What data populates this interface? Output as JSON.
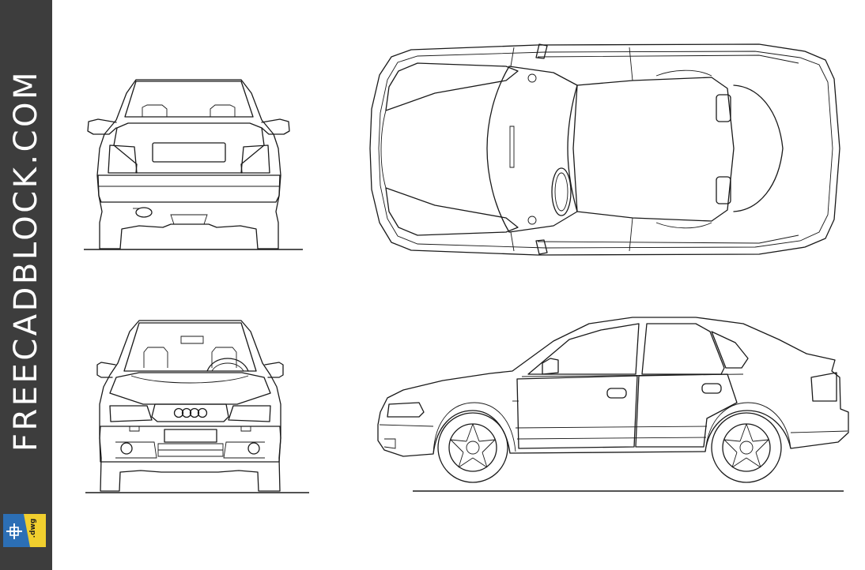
{
  "brand": {
    "site_name": "FREECADBLOCK.COM",
    "badge_label": ".dwg",
    "colors": {
      "sidebar": "#3d3d3d",
      "text": "#ffffff",
      "badge_blue": "#2c6fb5",
      "badge_yellow": "#f1cf2e"
    }
  },
  "drawing": {
    "subject": "sedan car blueprint",
    "views": [
      "rear",
      "top",
      "front",
      "side"
    ],
    "line_color": "#1a1a1a",
    "background": "#ffffff"
  }
}
